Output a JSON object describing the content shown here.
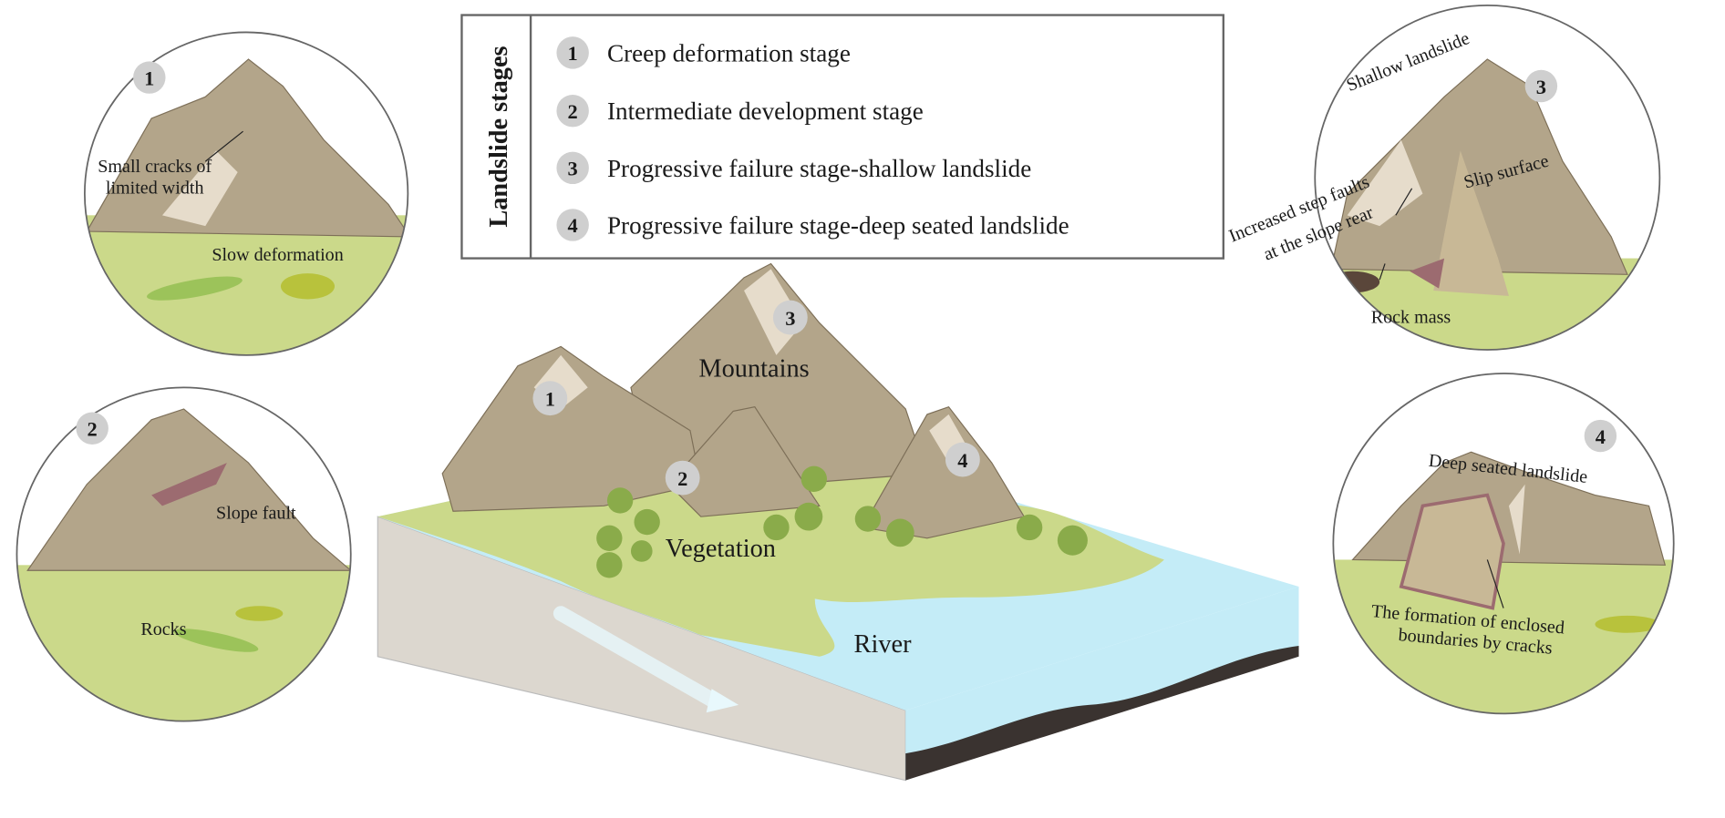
{
  "legend": {
    "title": "Landslide stages",
    "items": [
      {
        "num": "1",
        "label": "Creep deformation stage"
      },
      {
        "num": "2",
        "label": "Intermediate development stage"
      },
      {
        "num": "3",
        "label": "Progressive failure stage-shallow landslide"
      },
      {
        "num": "4",
        "label": "Progressive failure stage-deep seated landslide"
      }
    ]
  },
  "main": {
    "mountains": "Mountains",
    "vegetation": "Vegetation",
    "river": "River",
    "markers": [
      "1",
      "2",
      "3",
      "4"
    ]
  },
  "insets": {
    "stage1": {
      "num": "1",
      "cracks_line1": "Small cracks of",
      "cracks_line2": "limited width",
      "deformation": "Slow deformation"
    },
    "stage2": {
      "num": "2",
      "fault": "Slope fault",
      "rocks": "Rocks"
    },
    "stage3": {
      "num": "3",
      "shallow": "Shallow landslide",
      "slip": "Slip surface",
      "step_line1": "Increased step faults",
      "step_line2": "at the slope rear",
      "rock_mass": "Rock mass"
    },
    "stage4": {
      "num": "4",
      "deep": "Deep seated landslide",
      "form_line1": "The formation of enclosed",
      "form_line2": "boundaries by cracks"
    }
  },
  "colors": {
    "rock": "#b3a58a",
    "rock_light": "#e6dccb",
    "grass": "#cbd98a",
    "water": "#c4ecf7",
    "earth": "#dcd7cf",
    "crack": "#9c6b70",
    "badge": "#cfcfcf"
  }
}
